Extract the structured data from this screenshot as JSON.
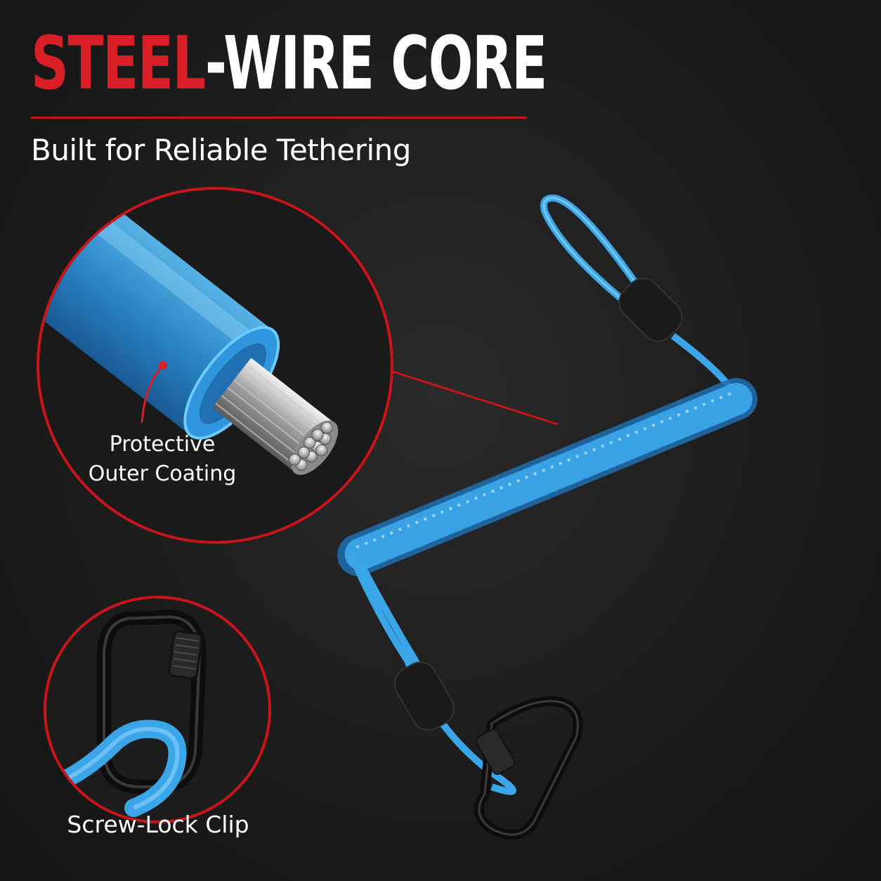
{
  "headline": {
    "accent_text": "STEEL",
    "main_text": "-WIRE CORE"
  },
  "subtitle": "Built for Reliable Tethering",
  "callouts": {
    "coating": {
      "line1": "Protective",
      "line2": "Outer Coating"
    },
    "clip": "Screw-Lock Clip"
  },
  "colors": {
    "accent_red": "#d81f26",
    "cable_blue": "#3aa6e8",
    "background": "#1e1e1e",
    "text": "#ffffff"
  },
  "icons": {
    "wire_closeup": "steel-wire-core-closeup",
    "carabiner": "screw-lock-carabiner",
    "lanyard": "coiled-tether-lanyard"
  }
}
